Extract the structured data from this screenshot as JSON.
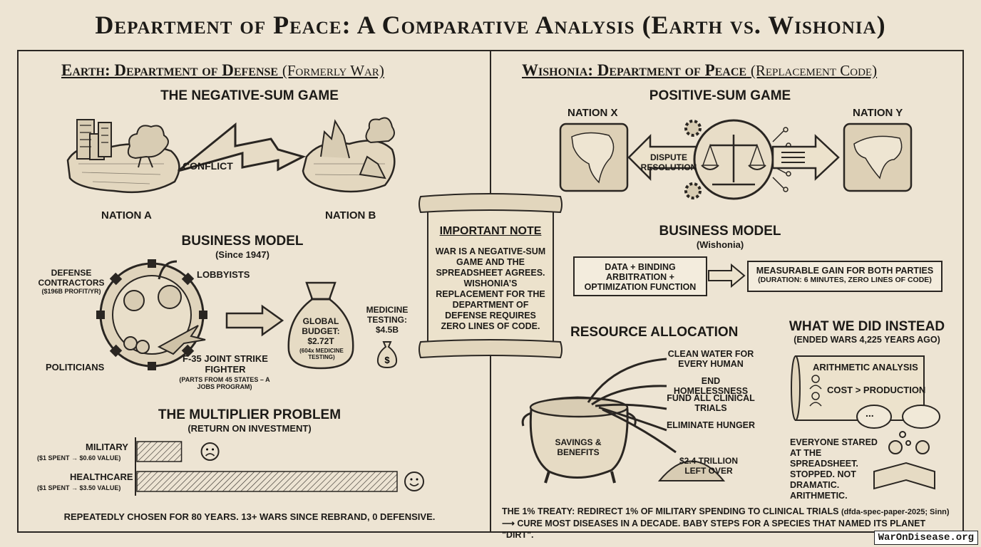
{
  "title": "Department of Peace: A Comparative Analysis (Earth vs. Wishonia)",
  "left": {
    "header": "Earth: Department of Defense",
    "header_sub": "(Formerly War)",
    "game_title": "THE NEGATIVE-SUM GAME",
    "nation_a": "NATION A",
    "nation_b": "NATION B",
    "conflict": "CONFLICT",
    "business_title": "BUSINESS MODEL",
    "business_sub": "(Since 1947)",
    "contractors": "DEFENSE CONTRACTORS",
    "contractors_sub": "($196B PROFIT/YR)",
    "lobbyists": "LOBBYISTS",
    "politicians": "POLITICIANS",
    "f35": "F-35 JOINT STRIKE FIGHTER",
    "f35_sub": "(PARTS FROM 45 STATES – A JOBS PROGRAM)",
    "budget_label": "GLOBAL BUDGET: $2.72T",
    "budget_sub": "(604x MEDICINE TESTING)",
    "medicine": "MEDICINE TESTING: $4.5B",
    "multiplier_title": "THE MULTIPLIER PROBLEM",
    "multiplier_sub": "(RETURN ON INVESTMENT)",
    "military": "MILITARY",
    "military_sub": "($1 SPENT → $0.60 VALUE)",
    "healthcare": "HEALTHCARE",
    "healthcare_sub": "($1 SPENT → $3.50 VALUE)",
    "footer": "REPEATEDLY CHOSEN FOR 80 YEARS. 13+ WARS SINCE REBRAND, 0 DEFENSIVE."
  },
  "note": {
    "title": "IMPORTANT NOTE",
    "text": "WAR IS A NEGATIVE-SUM GAME AND THE SPREADSHEET AGREES. WISHONIA’S REPLACEMENT FOR THE DEPARTMENT OF DEFENSE REQUIRES ZERO LINES OF CODE."
  },
  "right": {
    "header": "Wishonia: Department of Peace",
    "header_sub": "(Replacement Code)",
    "game_title": "POSITIVE-SUM GAME",
    "nation_x": "NATION X",
    "nation_y": "NATION Y",
    "dispute": "DISPUTE RESOLUTION",
    "business_title": "BUSINESS MODEL",
    "business_sub": "(Wishonia)",
    "input_box": "DATA + BINDING ARBITRATION + OPTIMIZATION FUNCTION",
    "gain_box": "MEASURABLE GAIN FOR BOTH PARTIES",
    "gain_sub": "(DURATION: 6 MINUTES, ZERO LINES OF CODE)",
    "resource_title": "RESOURCE ALLOCATION",
    "pot": "SAVINGS & BENEFITS",
    "alloc": [
      "CLEAN WATER FOR EVERY HUMAN",
      "END HOMELESSNESS",
      "FUND ALL CLINICAL TRIALS",
      "ELIMINATE HUNGER"
    ],
    "leftover": "$2.4 TRILLION LEFT OVER",
    "instead_title": "WHAT WE DID INSTEAD",
    "instead_sub": "(ENDED WARS 4,225 YEARS AGO)",
    "scroll_title": "ARITHMETIC ANALYSIS",
    "scroll_text": "COST > PRODUCTION",
    "thought": "...",
    "stared": "EVERYONE STARED AT THE SPREADSHEET. STOPPED. NOT DRAMATIC. ARITHMETIC.",
    "treaty_1": "THE 1% TREATY: REDIRECT 1% OF MILITARY SPENDING TO CLINICAL TRIALS",
    "treaty_ref": "(dfda-spec-paper-2025; Sinn)",
    "treaty_2": "⟶ CURE MOST DISEASES IN A DECADE. BABY STEPS FOR A SPECIES THAT NAMED ITS PLANET \"DIRT\"."
  },
  "roi": {
    "military": 0.6,
    "healthcare": 3.5
  },
  "credit": "WarOnDisease.org"
}
